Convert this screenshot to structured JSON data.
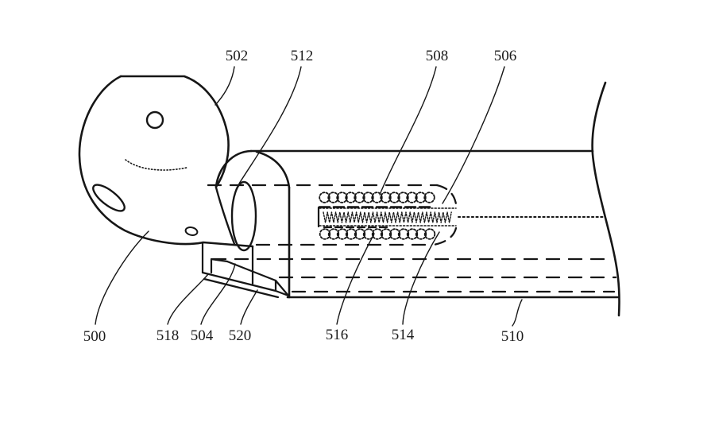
{
  "figure": {
    "kind": "patent-line-drawing",
    "description": "Wireless earbud with stem inserted into tubular case containing an inductive coil assembly",
    "background_color": "#ffffff",
    "line_color": "#161616",
    "labels": [
      {
        "id": "502",
        "text": "502"
      },
      {
        "id": "512",
        "text": "512"
      },
      {
        "id": "508",
        "text": "508"
      },
      {
        "id": "506",
        "text": "506"
      },
      {
        "id": "500",
        "text": "500"
      },
      {
        "id": "518",
        "text": "518"
      },
      {
        "id": "504",
        "text": "504"
      },
      {
        "id": "520",
        "text": "520"
      },
      {
        "id": "516",
        "text": "516"
      },
      {
        "id": "514",
        "text": "514"
      },
      {
        "id": "510",
        "text": "510"
      }
    ]
  }
}
